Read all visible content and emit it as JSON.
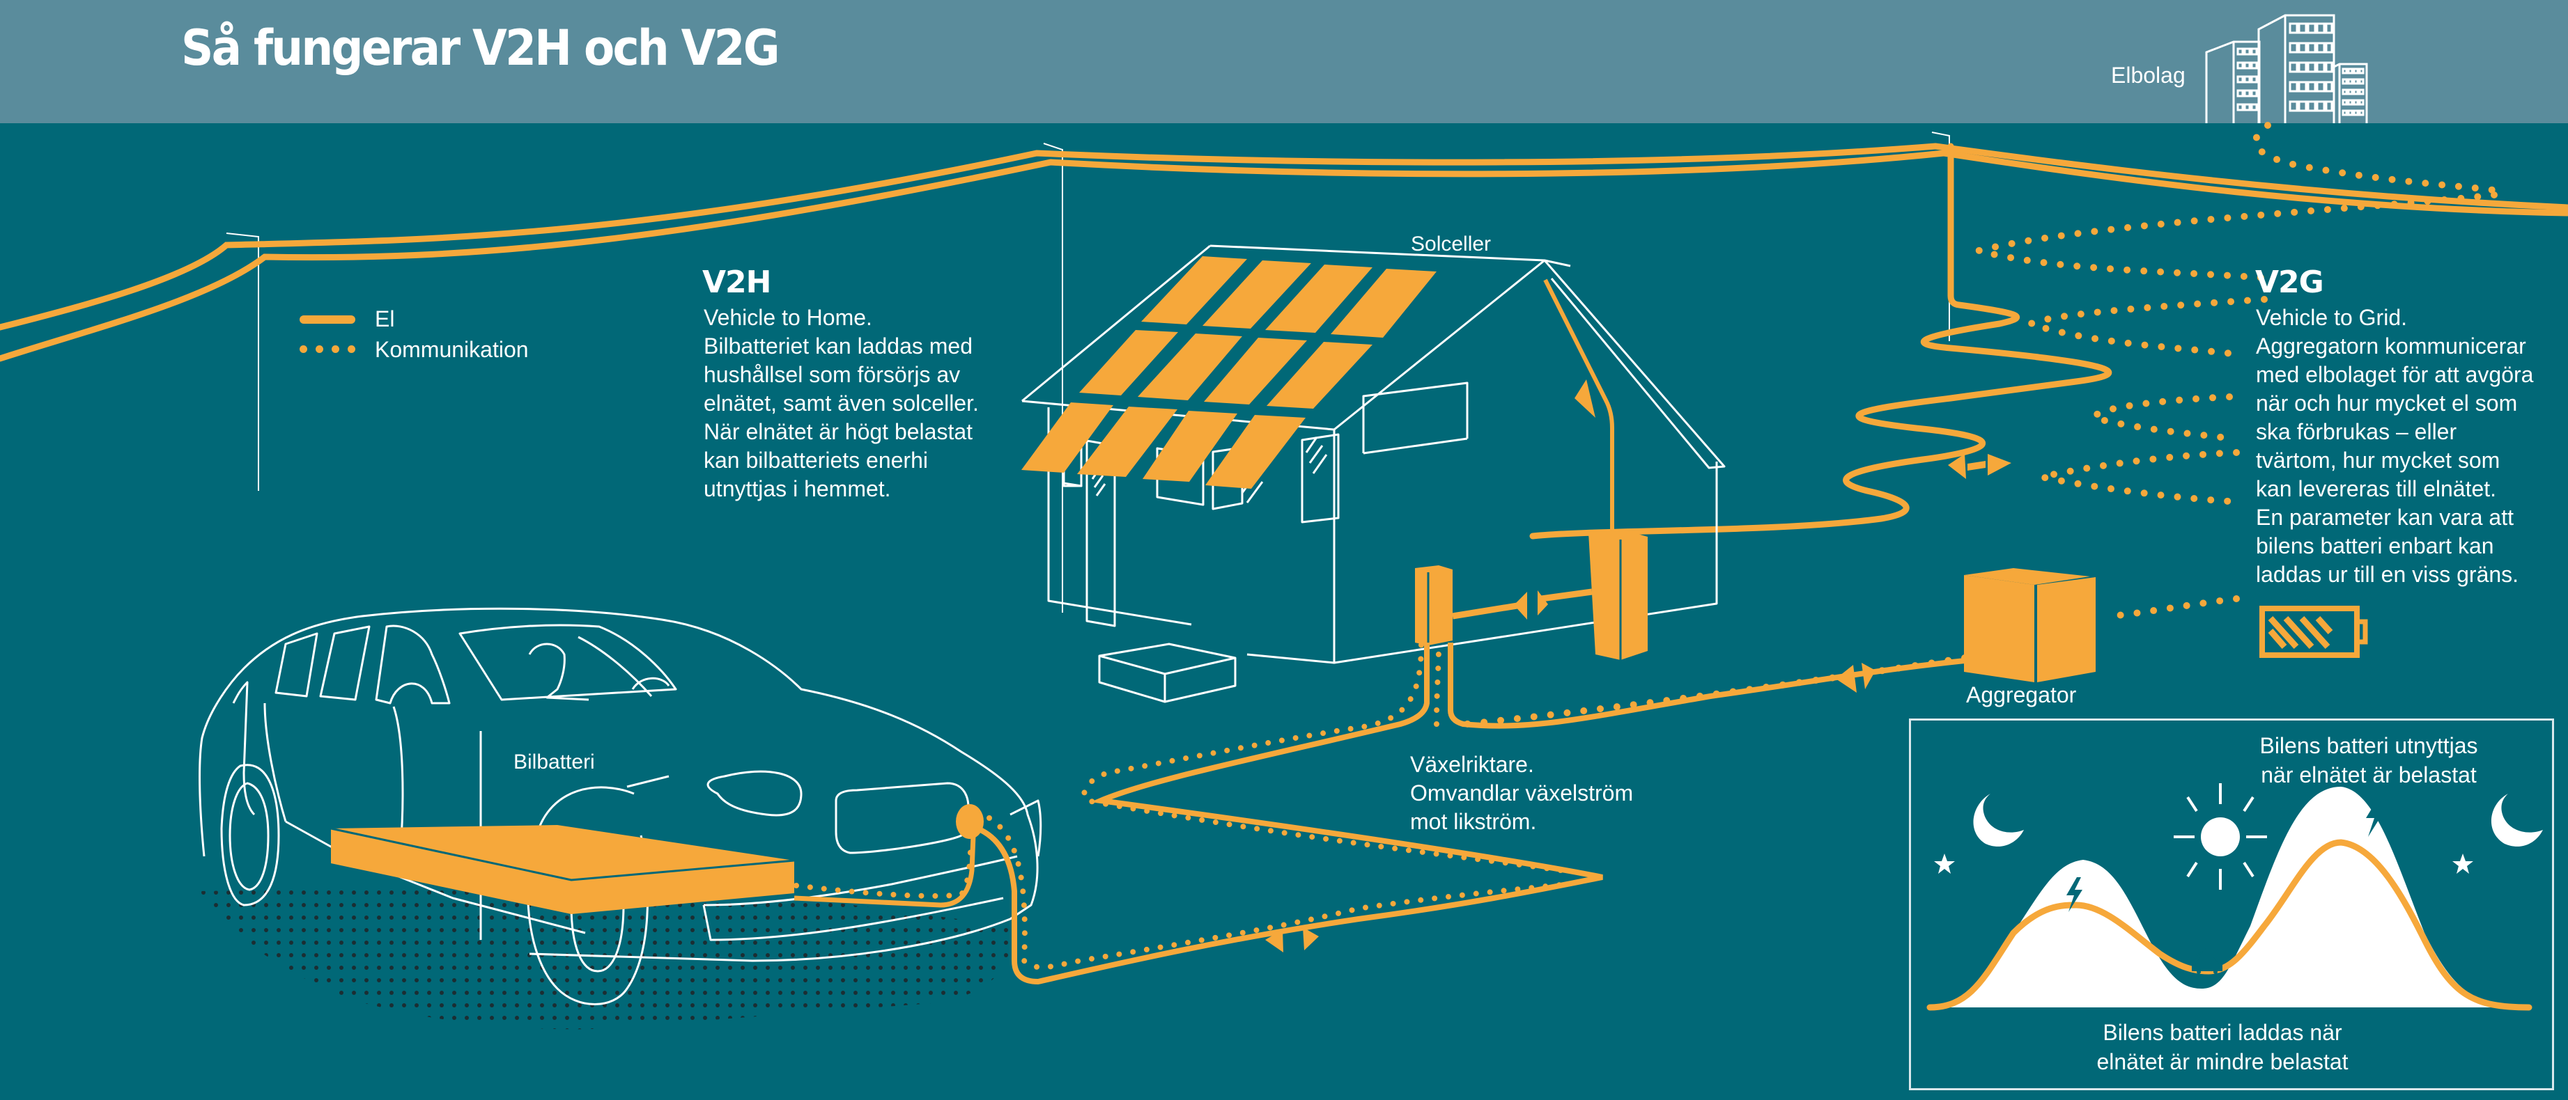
{
  "header": {
    "title": "Så fungerar V2H och V2G",
    "utility_label": "Elbolag"
  },
  "legend": {
    "items": [
      {
        "label": "El",
        "style": "solid-line"
      },
      {
        "label": "Kommunikation",
        "style": "dotted-line"
      }
    ]
  },
  "v2h": {
    "heading": "V2H",
    "body": "Vehicle to Home.\nBilbatteriet kan laddas med\nhushållsel som försörjs av\nelnätet, samt även solceller.\nNär elnätet är högt belastat\nkan bilbatteriets enerhi\nutnyttjas i hemmet."
  },
  "v2g": {
    "heading": "V2G",
    "body": "Vehicle to Grid.\nAggregatorn kommunicerar\nmed elbolaget för att avgöra\nnär och hur mycket el som\nska förbrukas – eller\ntvärtom, hur mycket som\nkan levereras till elnätet.\nEn parameter kan vara att\nbilens batteri enbart kan\nladdas ur till en viss gräns."
  },
  "labels": {
    "solar": "Solceller",
    "car_battery": "Bilbatteri",
    "aggregator": "Aggregator",
    "inverter": "Växelriktare.\nOmvandlar växelström\nmot likström."
  },
  "load_chart": {
    "top_caption": "Bilens batteri utnyttjas\nnär elnätet är belastat",
    "bottom_caption": "Bilens batteri laddas när\nelnätet är mindre belastat"
  },
  "icons": {
    "city": "office-buildings-icon",
    "battery": "partial-battery-icon",
    "moon": "crescent-moon-icon",
    "sun": "sun-icon",
    "star": "star-icon",
    "bolt": "lightning-bolt-icon",
    "ev": "ev-charging-car-icon"
  },
  "colors": {
    "background": "#016877",
    "header": "#5a8c9c",
    "accent": "#f6a83b",
    "line": "#ffffff"
  }
}
